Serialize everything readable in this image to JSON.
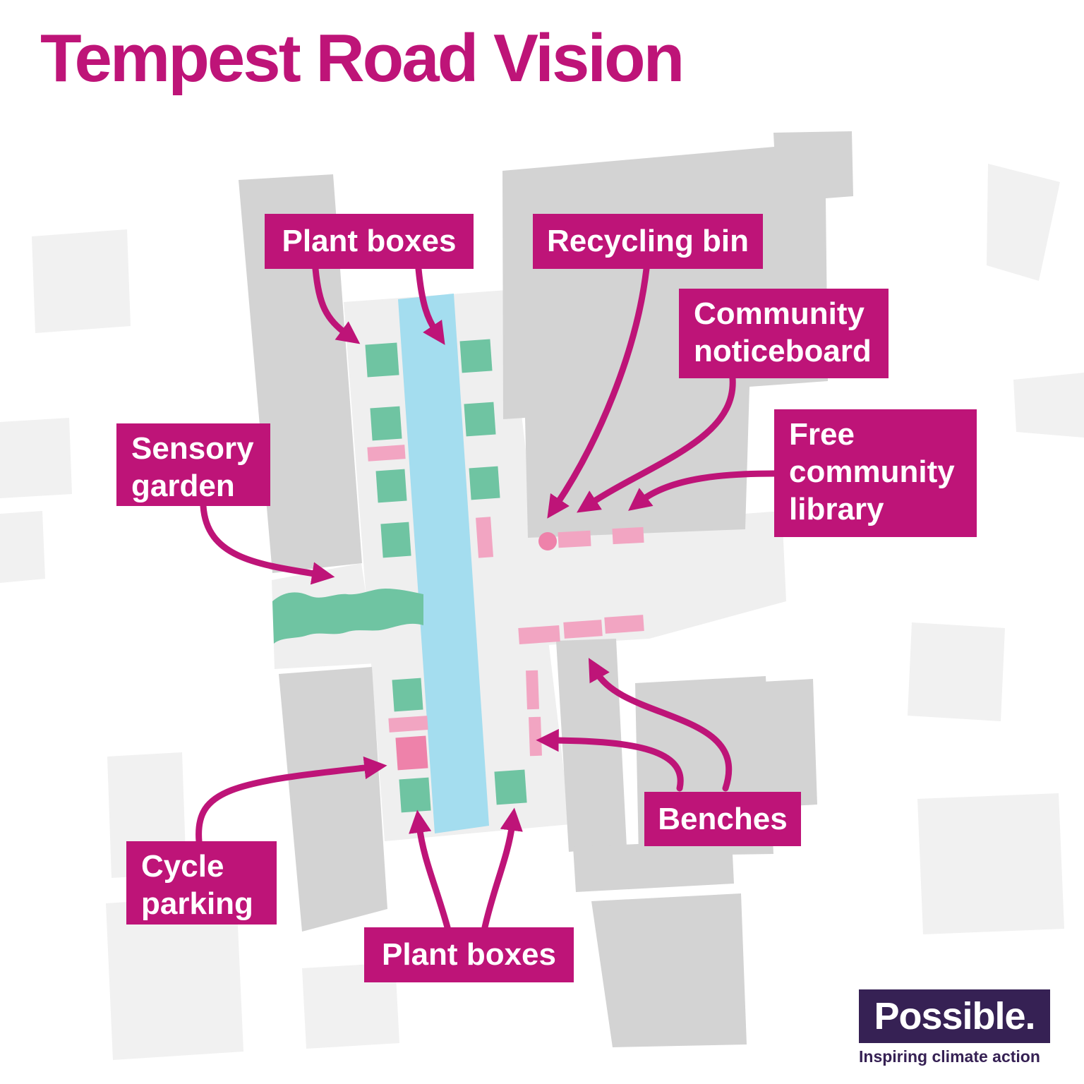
{
  "title": "Tempest Road Vision",
  "map_labels": [
    {
      "id": "plant-boxes-top",
      "text": "Plant boxes"
    },
    {
      "id": "recycling-bin",
      "text": "Recycling bin"
    },
    {
      "id": "community-noticeboard",
      "text": "Community noticeboard"
    },
    {
      "id": "free-community-library",
      "text": "Free community library"
    },
    {
      "id": "sensory-garden",
      "text": "Sensory garden"
    },
    {
      "id": "cycle-parking",
      "text": "Cycle parking"
    },
    {
      "id": "benches",
      "text": "Benches"
    },
    {
      "id": "plant-boxes-bottom",
      "text": "Plant boxes"
    }
  ],
  "features": [
    {
      "name": "Plant boxes",
      "marker": "green squares along the street",
      "count": 10
    },
    {
      "name": "Recycling bin",
      "marker": "pink dot at the crossroads",
      "count": 1
    },
    {
      "name": "Community noticeboard",
      "marker": "pink bar at the crossroads",
      "count": 1
    },
    {
      "name": "Free community library",
      "marker": "pink bar at the crossroads",
      "count": 1
    },
    {
      "name": "Sensory garden",
      "marker": "green wavy band beside the road",
      "count": 1
    },
    {
      "name": "Cycle parking",
      "marker": "pink square on the pavement",
      "count": 1
    },
    {
      "name": "Benches",
      "marker": "pink bars along the streets",
      "count": 8
    }
  ],
  "logo": {
    "name": "Possible.",
    "tagline": "Inspiring climate action"
  },
  "colors": {
    "magenta": "#be1478",
    "pink": "#f2a5c2",
    "pinkdeep": "#ee82aa",
    "green": "#6fc4a2",
    "blue": "#a4ddef",
    "building": "#d3d3d3",
    "street": "#efefef",
    "bgshape": "#f1f1f1",
    "purple": "#362154"
  }
}
